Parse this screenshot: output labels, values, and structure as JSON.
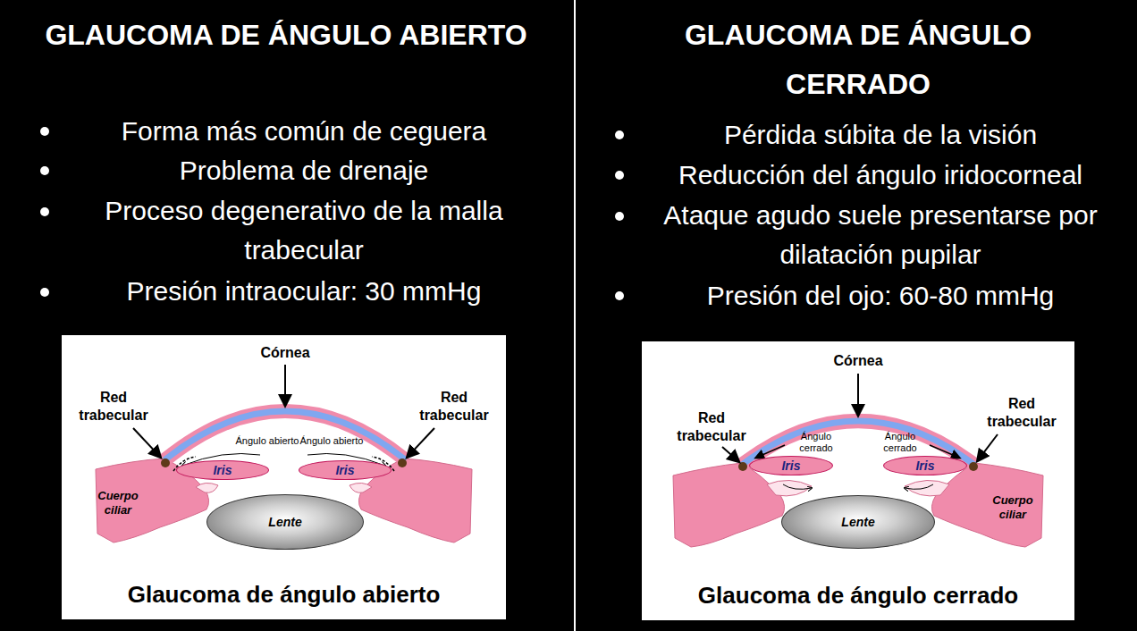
{
  "diagram": {
    "nodes": [
      {
        "text": [
          "Glaucoma de ángulo abierto"
        ]
      },
      {
        "text": [
          "Glaucoma de ángulo cerrado"
        ]
      },
      {
        "text": [
          "Iris"
        ],
        "in": 0
      },
      {
        "text": [
          "Iris"
        ],
        "in": 0
      },
      {
        "text": [
          "Lente"
        ],
        "in": 0
      },
      {
        "text": [
          "Iris"
        ],
        "in": 1
      },
      {
        "text": [
          "Iris"
        ],
        "in": 1
      },
      {
        "text": [
          "Lente"
        ],
        "in": 1
      }
    ],
    "labels": [
      "GLAUCOMA DE ÁNGULO ABIERTO",
      "Forma más común de ceguera",
      "Problema de drenaje",
      "Proceso degenerativo de la malla trabecular",
      "Presión intraocular: 30 mmHg",
      "GLAUCOMA DE ÁNGULO CERRADO",
      "Pérdida súbita de la visión",
      "Reducción del ángulo iridocorneal",
      "Ataque agudo suele presentarse por dilatación pupilar",
      "Presión del ojo: 60-80 mmHg",
      "Córnea",
      "Red trabecular",
      "Red trabecular",
      "Ángulo abierto",
      "Ángulo abierto",
      "Cuerpo ciliar",
      "Córnea",
      "Red trabecular",
      "Red trabecular",
      "Ángulo cerrado",
      "Ángulo cerrado",
      "Cuerpo ciliar"
    ]
  }
}
